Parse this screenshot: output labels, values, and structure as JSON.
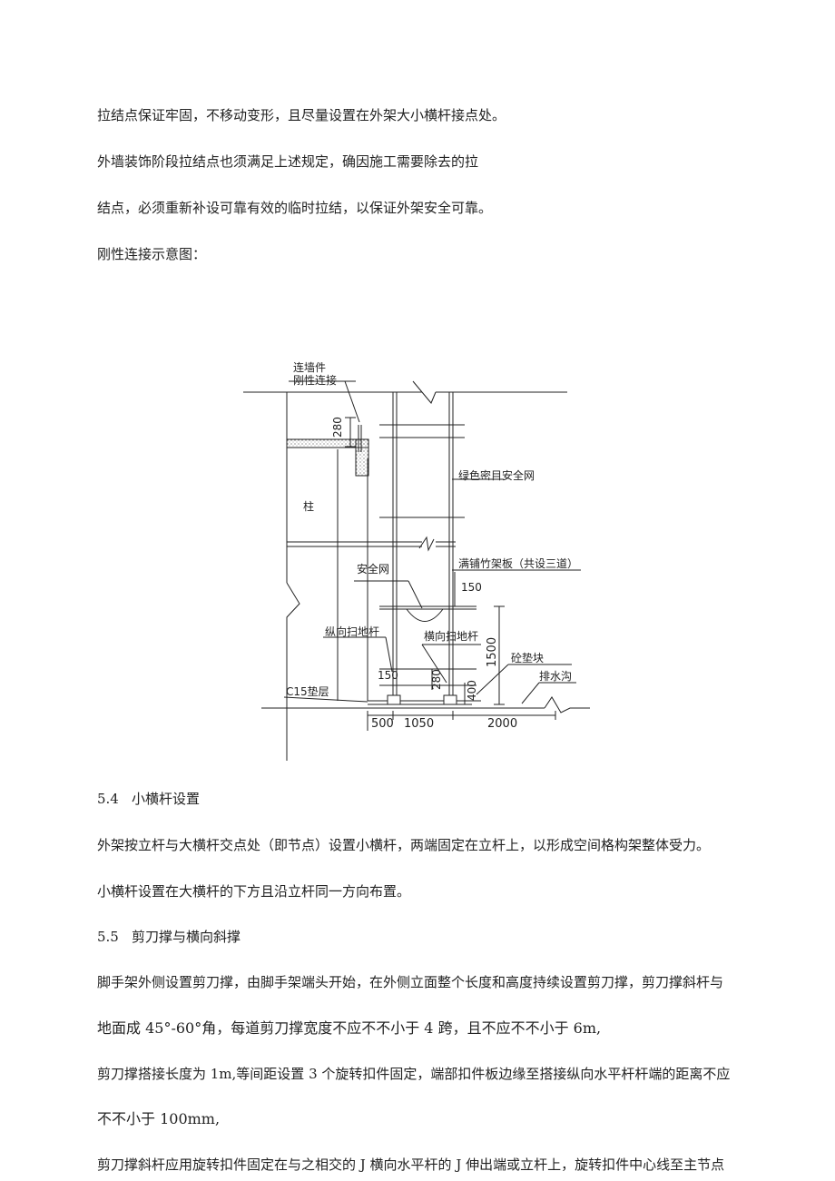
{
  "paragraphs_top": [
    "拉结点保证牢固，不移动变形，且尽量设置在外架大小横杆接点处。",
    "外墙装饰阶段拉结点也须满足上述规定，确因施工需要除去的拉",
    "结点，必须重新补设可靠有效的临时拉结，以保证外架安全可靠。",
    "刚性连接示意图："
  ],
  "figure": {
    "labels": {
      "wall_tie": "连墙件",
      "rigid": "刚性连接",
      "column": "柱",
      "green_net": "绿色密目安全网",
      "safety_net": "安全网",
      "bamboo_board": "满铺竹架板（共设三道）",
      "longitudinal_sweep": "纵向扫地杆",
      "transverse_sweep": "横向扫地杆",
      "concrete_pad": "砼垫块",
      "drain": "排水沟",
      "c15": "C15垫层"
    },
    "dims": {
      "d280_top": "280",
      "d150": "150",
      "d1500": "1500",
      "d150_low": "150",
      "d280_low": "280",
      "d400": "400",
      "d500": "500",
      "d1050": "1050",
      "d2000": "2000"
    }
  },
  "section_5_4": {
    "number": "5.4",
    "title": "小横杆设置",
    "paragraphs": [
      "外架按立杆与大横杆交点处（即节点）设置小横杆，两端固定在立杆上，以形成空间格构架整体受力。",
      "小横杆设置在大横杆的下方且沿立杆同一方向布置。"
    ]
  },
  "section_5_5": {
    "number": "5.5",
    "title": "剪刀撑与横向斜撑",
    "paragraphs": [
      "脚手架外侧设置剪刀撑，由脚手架端头开始，在外侧立面整个长度和高度持续设置剪刀撑，剪刀撑斜杆与",
      "地面成 45°-60°角，每道剪刀撑宽度不应不不小于 4 跨，且不应不不小于 6m,",
      "剪刀撑搭接长度为 1m,等间距设置 3 个旋转扣件固定，端部扣件板边缘至搭接纵向水平杆杆端的距离不应",
      "不不小于 100mm,",
      "剪刀撑斜杆应用旋转扣件固定在与之相交的 J 横向水平杆的 J 伸出端或立杆上，旋转扣件中心线至主节点"
    ]
  }
}
